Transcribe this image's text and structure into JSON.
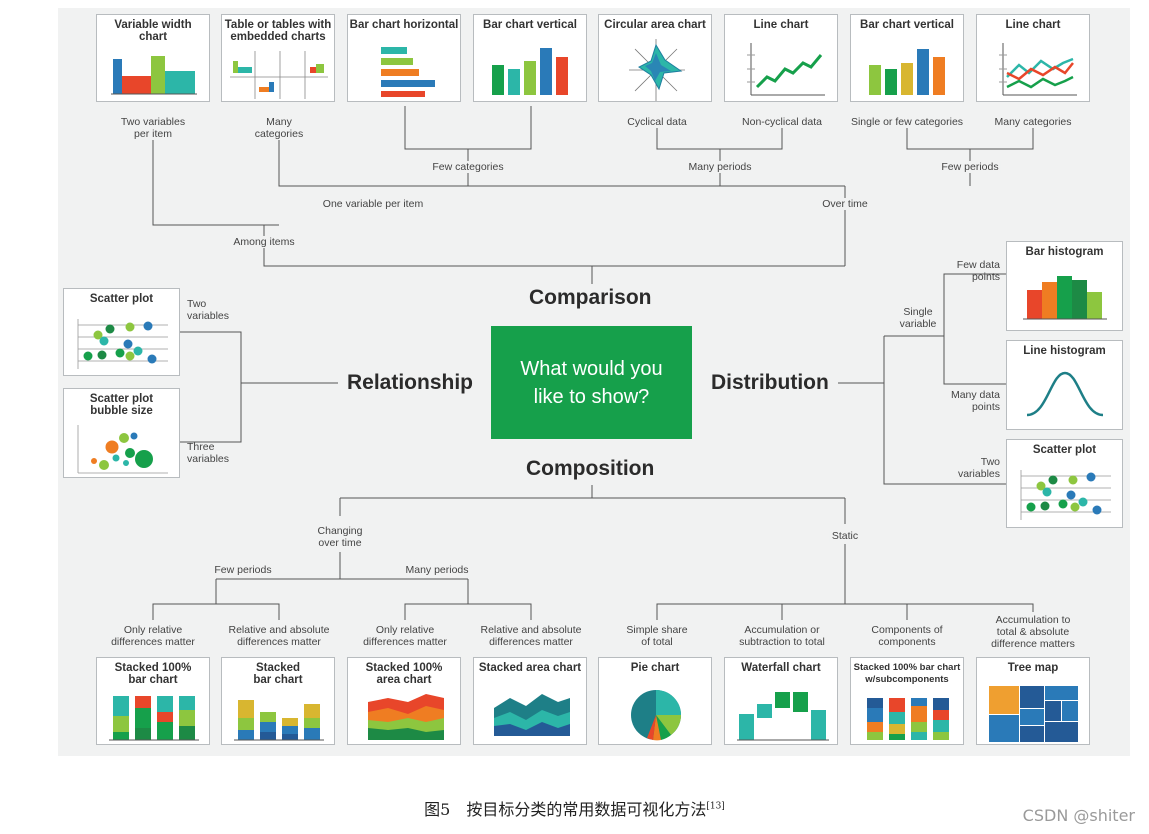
{
  "center": {
    "text": "What would you\nlike to show?",
    "color": "#16a04b"
  },
  "categories": {
    "comparison": "Comparison",
    "relationship": "Relationship",
    "distribution": "Distribution",
    "composition": "Composition"
  },
  "comparison": {
    "charts": [
      {
        "title": "Variable width\nchart",
        "icon": "variable-width-chart-icon"
      },
      {
        "title": "Table or tables with\nembedded charts",
        "icon": "table-embedded-charts-icon"
      },
      {
        "title": "Bar chart horizontal",
        "icon": "bar-chart-horizontal-icon"
      },
      {
        "title": "Bar chart vertical",
        "icon": "bar-chart-vertical-icon"
      },
      {
        "title": "Circular area chart",
        "icon": "circular-area-chart-icon"
      },
      {
        "title": "Line chart",
        "icon": "line-chart-icon"
      },
      {
        "title": "Bar chart vertical",
        "icon": "bar-chart-vertical-icon"
      },
      {
        "title": "Line chart",
        "icon": "multi-line-chart-icon"
      }
    ],
    "labels": {
      "two_variables": "Two variables\nper item",
      "many_categories": "Many\ncategories",
      "few_categories": "Few categories",
      "one_variable": "One variable per item",
      "among_items": "Among items",
      "cyclical": "Cyclical data",
      "non_cyclical": "Non-cyclical data",
      "single_few": "Single or few categories",
      "many_cats": "Many categories",
      "many_periods": "Many periods",
      "few_periods": "Few periods",
      "over_time": "Over time"
    }
  },
  "relationship": {
    "charts": [
      {
        "title": "Scatter plot",
        "icon": "scatter-plot-icon"
      },
      {
        "title": "Scatter plot\nbubble size",
        "icon": "bubble-chart-icon"
      }
    ],
    "labels": {
      "two_variables": "Two\nvariables",
      "three_variables": "Three\nvariables"
    }
  },
  "distribution": {
    "charts": [
      {
        "title": "Bar histogram",
        "icon": "bar-histogram-icon"
      },
      {
        "title": "Line histogram",
        "icon": "line-histogram-icon"
      },
      {
        "title": "Scatter plot",
        "icon": "scatter-plot-icon"
      }
    ],
    "labels": {
      "few_points": "Few data\npoints",
      "single_variable": "Single\nvariable",
      "many_points": "Many data\npoints",
      "two_variables": "Two\nvariables"
    }
  },
  "composition": {
    "charts": [
      {
        "title": "Stacked 100%\nbar chart",
        "icon": "stacked-100-bar-chart-icon"
      },
      {
        "title": "Stacked\nbar chart",
        "icon": "stacked-bar-chart-icon"
      },
      {
        "title": "Stacked 100%\narea chart",
        "icon": "stacked-100-area-chart-icon"
      },
      {
        "title": "Stacked area chart",
        "icon": "stacked-area-chart-icon"
      },
      {
        "title": "Pie chart",
        "icon": "pie-chart-icon"
      },
      {
        "title": "Waterfall chart",
        "icon": "waterfall-chart-icon"
      },
      {
        "title": "Stacked 100% bar chart\nw/subcomponents",
        "icon": "stacked-subcomponents-chart-icon"
      },
      {
        "title": "Tree map",
        "icon": "tree-map-icon"
      }
    ],
    "labels": {
      "changing": "Changing\nover time",
      "static": "Static",
      "few_periods": "Few periods",
      "many_periods": "Many periods",
      "only_relative_1": "Only relative\ndifferences matter",
      "rel_abs_1": "Relative and absolute\ndifferences matter",
      "only_relative_2": "Only relative\ndifferences matter",
      "rel_abs_2": "Relative and absolute\ndifferences matter",
      "simple_share": "Simple share\nof total",
      "accumulation": "Accumulation or\nsubtraction to total",
      "components": "Components of\ncomponents",
      "accumulation_total": "Accumulation to\ntotal & absolute\ndifference matters"
    }
  },
  "caption": {
    "text": "图5　按目标分类的常用数据可视化方法",
    "ref": "[13]"
  },
  "watermark": "CSDN @shiter",
  "palette": {
    "green": "#16a04b",
    "dark_green": "#1d8a45",
    "teal": "#2cb6a8",
    "blue": "#2a7ab8",
    "navy": "#245a96",
    "orange": "#ef7d22",
    "red": "#e8462a",
    "yellow": "#d8b630",
    "lime": "#8dc63f",
    "line": "#555555"
  }
}
